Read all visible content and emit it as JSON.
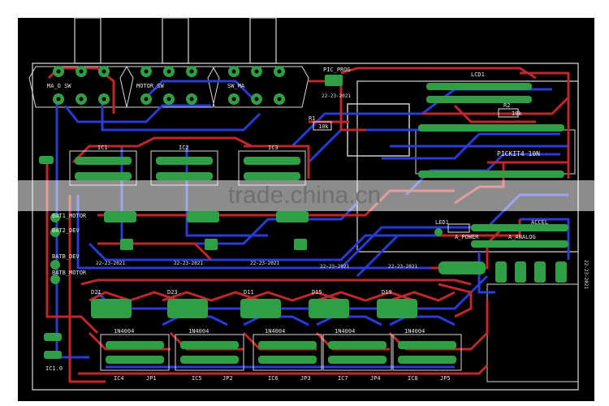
{
  "board": {
    "background": "#000000",
    "top_copper": "#c0272d",
    "bottom_copper": "#2b3bd6",
    "pad_color": "#2f9e44",
    "silk_color": "#e6e6e6"
  },
  "labels": {
    "sw_ma": "MA_O SW",
    "sw_mid": "MOTOR_SW",
    "sw_right": "SW_MA",
    "lcd": "LCD1",
    "pic_prog": "PIC_PROG",
    "date1": "22-23-2021",
    "r1": "R1",
    "r1_val": "10k",
    "r2": "R2",
    "r2_val": "10k",
    "pickit": "PICKIT4 10N",
    "ic_a": "IC1",
    "ic_b": "IC2",
    "ic_c": "IC3",
    "bat1_motor": "BAT1_MOTOR",
    "bat2_dev": "BAT2_DEV",
    "batb_dev": "BATB_DEV",
    "batb_motor": "BATB_MOTOR",
    "accel": "ACCEL",
    "a_analog": "A_ANALOG",
    "a_power": "A_POWER",
    "led1": "LED1",
    "date2": "22-23-2021",
    "date3": "22-23-2021",
    "date4": "22-23-2021",
    "date5": "22-23-2021",
    "date6": "22-23-2021",
    "date_side": "22-23-2021",
    "d21": "D21",
    "d23": "D23",
    "d11": "D11",
    "d15": "D15",
    "d19": "D19",
    "diode_val": "1N4004",
    "ic4": "IC4",
    "ic5": "IC5",
    "ic6": "IC6",
    "ic7": "IC7",
    "ic8": "IC8",
    "conn_a": "JP1",
    "conn_b": "JP2",
    "conn_c": "JP3",
    "conn_d": "JP4",
    "conn_e": "JP5",
    "bottom_left": "IC1.0"
  },
  "watermark": "trade.china.cn"
}
